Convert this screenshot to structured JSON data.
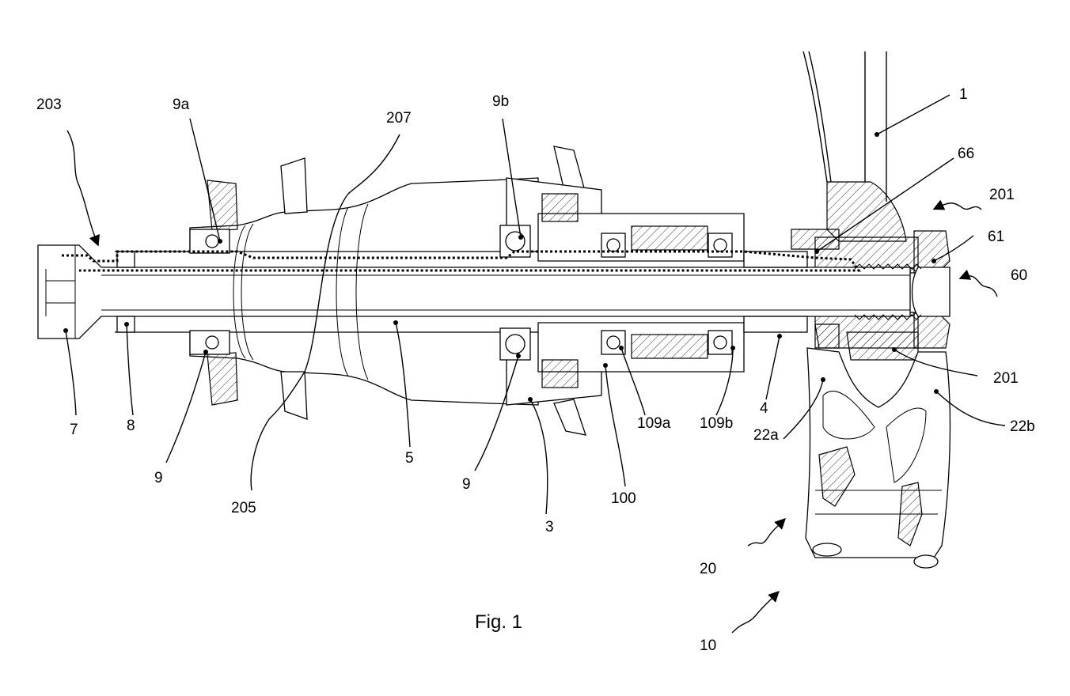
{
  "figure": {
    "caption": "Fig. 1",
    "labels": {
      "l1": "1",
      "l3": "3",
      "l4": "4",
      "l5": "5",
      "l7": "7",
      "l8": "8",
      "l9_left": "9",
      "l9_mid": "9",
      "l9a": "9a",
      "l9b": "9b",
      "l10": "10",
      "l20": "20",
      "l22a": "22a",
      "l22b": "22b",
      "l60": "60",
      "l61": "61",
      "l66": "66",
      "l100": "100",
      "l109a": "109a",
      "l109b": "109b",
      "l201_top": "201",
      "l201_bottom": "201",
      "l203": "203",
      "l205": "205",
      "l207": "207"
    }
  }
}
